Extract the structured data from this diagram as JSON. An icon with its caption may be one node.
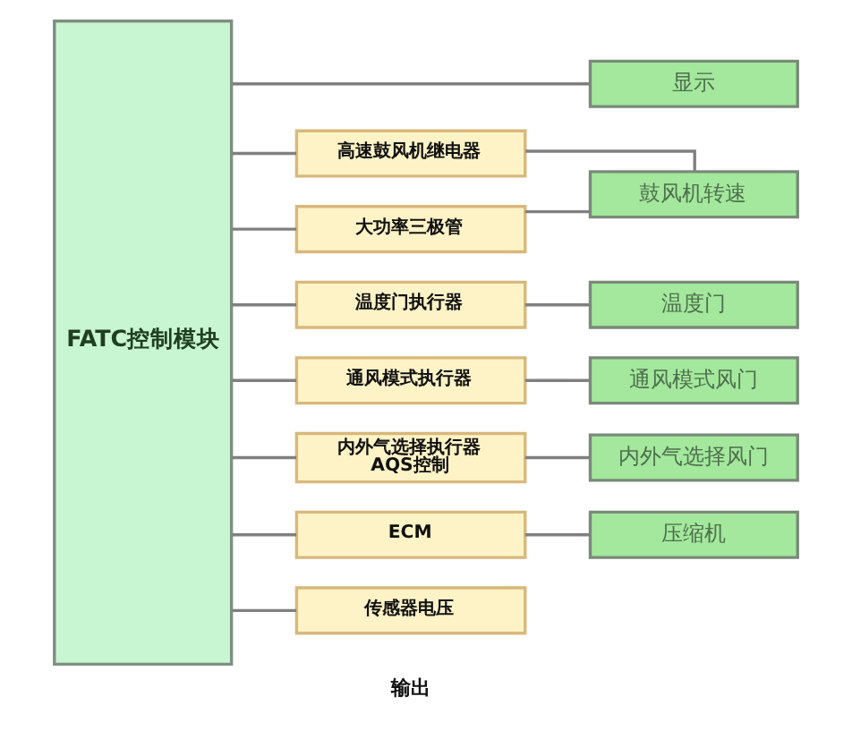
{
  "diagram": {
    "nodes": [
      {
        "text": [
          "FATC控制模块"
        ]
      },
      {
        "text": [
          "显示"
        ]
      },
      {
        "text": [
          "高速鼓风机继电器"
        ]
      },
      {
        "text": [
          "大功率三极管"
        ]
      },
      {
        "text": [
          "鼓风机转速"
        ]
      },
      {
        "text": [
          "温度门执行器"
        ]
      },
      {
        "text": [
          "温度门"
        ]
      },
      {
        "text": [
          "通风模式执行器"
        ]
      },
      {
        "text": [
          "通风模式风门"
        ]
      },
      {
        "text": [
          "内外气选择执行器",
          "AQS控制"
        ]
      },
      {
        "text": [
          "内外气选择风门"
        ]
      },
      {
        "text": [
          "ECM"
        ]
      },
      {
        "text": [
          "压缩机"
        ]
      },
      {
        "text": [
          "传感器电压"
        ]
      }
    ],
    "edges": [
      {
        "from": 0,
        "to": 1,
        "arrow": "none"
      },
      {
        "from": 0,
        "to": 2,
        "arrow": "none"
      },
      {
        "from": 0,
        "to": 3,
        "arrow": "none"
      },
      {
        "from": 0,
        "to": 5,
        "arrow": "none"
      },
      {
        "from": 0,
        "to": 7,
        "arrow": "none"
      },
      {
        "from": 0,
        "to": 9,
        "arrow": "none"
      },
      {
        "from": 0,
        "to": 11,
        "arrow": "none"
      },
      {
        "from": 0,
        "to": 13,
        "arrow": "none"
      },
      {
        "from": 2,
        "to": 4,
        "arrow": "none"
      },
      {
        "from": 3,
        "to": 4,
        "arrow": "none"
      },
      {
        "from": 5,
        "to": 6,
        "arrow": "none"
      },
      {
        "from": 7,
        "to": 8,
        "arrow": "none"
      },
      {
        "from": 9,
        "to": 10,
        "arrow": "none"
      },
      {
        "from": 11,
        "to": 12,
        "arrow": "none"
      }
    ],
    "labels": [
      "输出"
    ]
  }
}
